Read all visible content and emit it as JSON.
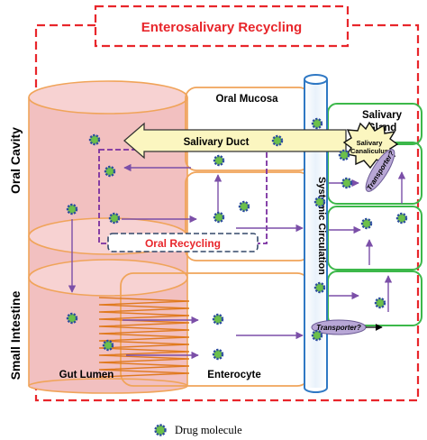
{
  "title": "Enterosalivary Recycling",
  "labels": {
    "oral_cavity": "Oral Cavity",
    "small_intestine": "Small Intestine",
    "oral_mucosa": "Oral Mucosa",
    "salivary_gland_line1": "Salivary",
    "salivary_gland_line2": "Gland",
    "salivary_duct": "Salivary Duct",
    "salivary_canaliculus_line1": "Salivary",
    "salivary_canaliculus_line2": "Canaliculus",
    "transporter_upper": "Transporter?",
    "transporter_lower": "Transporter?",
    "oral_recycling": "Oral Recycling",
    "systemic_circulation": "Systemic Circulation",
    "gut_lumen": "Gut Lumen",
    "enterocyte": "Enterocyte"
  },
  "legend": {
    "drug_molecule": "Drug molecule"
  },
  "colors": {
    "red_dash": "#e8262b",
    "orange": "#f0a45a",
    "pink_fill": "#f2c0c0",
    "blue_vessel": "#2f78c4",
    "green_box": "#3cb84a",
    "purple": "#7b4fa8",
    "dark_purple_dash": "#7a2fa0",
    "navy_dash": "#33486a",
    "duct_fill": "#fbf6c0",
    "molecule_fill": "#6cc04a",
    "molecule_ring": "#2c4ba0"
  }
}
